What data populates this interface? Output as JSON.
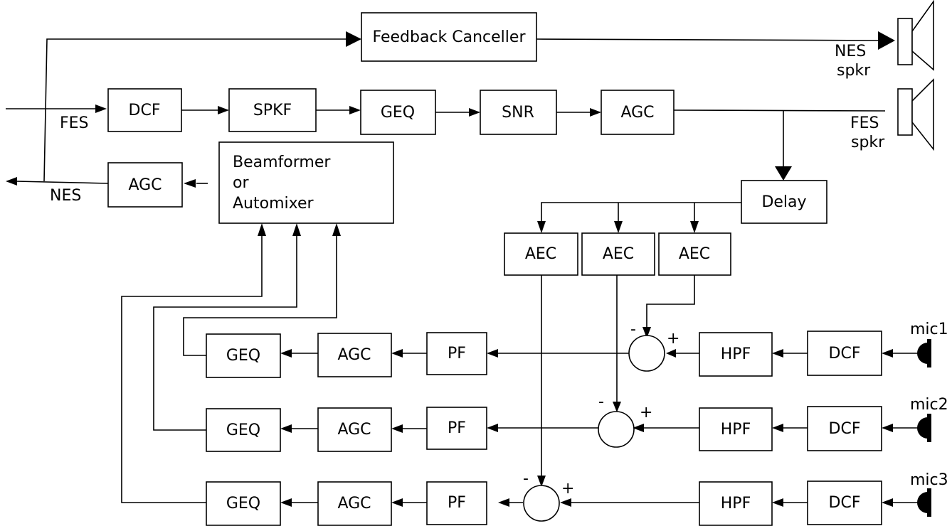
{
  "feedback_canceller": "Feedback Canceller",
  "nes_speaker": {
    "line1": "NES",
    "line2": "spkr"
  },
  "fes_speaker": {
    "line1": "FES",
    "line2": "spkr"
  },
  "fes_input": "FES",
  "nes_output": "NES",
  "far_end_chain": [
    "DCF",
    "SPKF",
    "GEQ",
    "SNR",
    "AGC"
  ],
  "nes_agc": "AGC",
  "beamformer": {
    "line1": "Beamformer",
    "line2": "or",
    "line3": "Automixer"
  },
  "delay": "Delay",
  "aec": [
    "AEC",
    "AEC",
    "AEC"
  ],
  "minus": "-",
  "plus": "+",
  "mic_chains": [
    {
      "mic": "mic1",
      "geq": "GEQ",
      "agc": "AGC",
      "pf": "PF",
      "hpf": "HPF",
      "dcf": "DCF"
    },
    {
      "mic": "mic2",
      "geq": "GEQ",
      "agc": "AGC",
      "pf": "PF",
      "hpf": "HPF",
      "dcf": "DCF"
    },
    {
      "mic": "mic3",
      "geq": "GEQ",
      "agc": "AGC",
      "pf": "PF",
      "hpf": "HPF",
      "dcf": "DCF"
    }
  ]
}
